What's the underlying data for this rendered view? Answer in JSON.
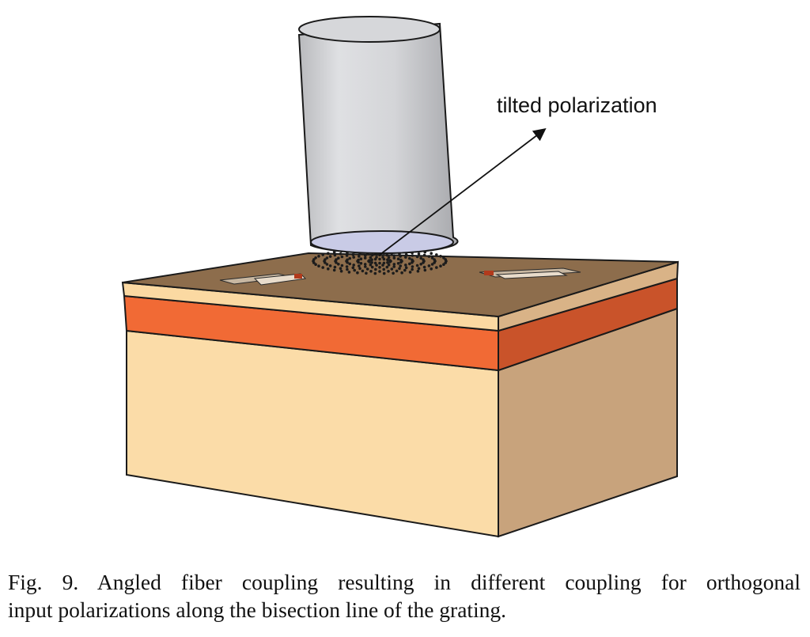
{
  "figure": {
    "annotation": "tilted polarization",
    "colors": {
      "fiber": "#d2d3d6",
      "fiber_face": "#c9cbe6",
      "top_surface": "#8d6d4c",
      "cladding_front": "#fbd9a2",
      "cladding_side": "#c8a47a",
      "core_front": "#f16a35",
      "core_side": "#c9532a",
      "substrate_front": "#fbdca8",
      "substrate_side": "#c8a37c"
    },
    "icons": [
      "optical-fiber",
      "grating-coupler",
      "waveguide",
      "waveguide",
      "polarization-arrow"
    ]
  },
  "caption": {
    "line1": "Fig. 9.  Angled fiber coupling resulting in different coupling for orthogonal",
    "line2": "input polarizations along the bisection line of the grating."
  }
}
